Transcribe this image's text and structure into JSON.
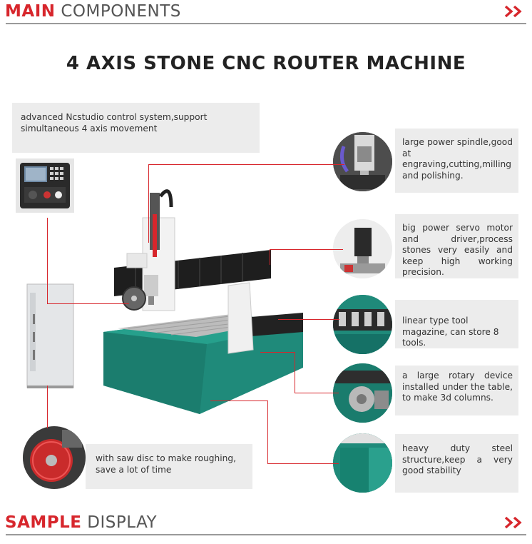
{
  "header_top": {
    "bold": "MAIN",
    "rest": "COMPONENTS",
    "icon": "double-chevron-right-icon"
  },
  "main_title": "4 AXIS STONE CNC ROUTER MACHINE",
  "features": {
    "control": "advanced Ncstudio control system,support simultaneous 4 axis movement",
    "spindle": "large power spindle,good at engraving,cutting,milling and polishing.",
    "servo": "big power servo motor and driver,process stones very easily and keep high working precision.",
    "magazine": "linear type tool magazine, can store 8 tools.",
    "rotary": "a large rotary device installed under the table, to make 3d columns.",
    "structure": "heavy duty steel structure,keep a very good stability",
    "saw": "with saw disc to make roughing, save a lot of time"
  },
  "header_bottom": {
    "bold": "SAMPLE",
    "rest": "DISPLAY",
    "icon": "double-chevron-right-icon"
  },
  "colors": {
    "accent": "#d7262c",
    "machine_green": "#1f8a7a",
    "box_bg": "#ececec"
  }
}
